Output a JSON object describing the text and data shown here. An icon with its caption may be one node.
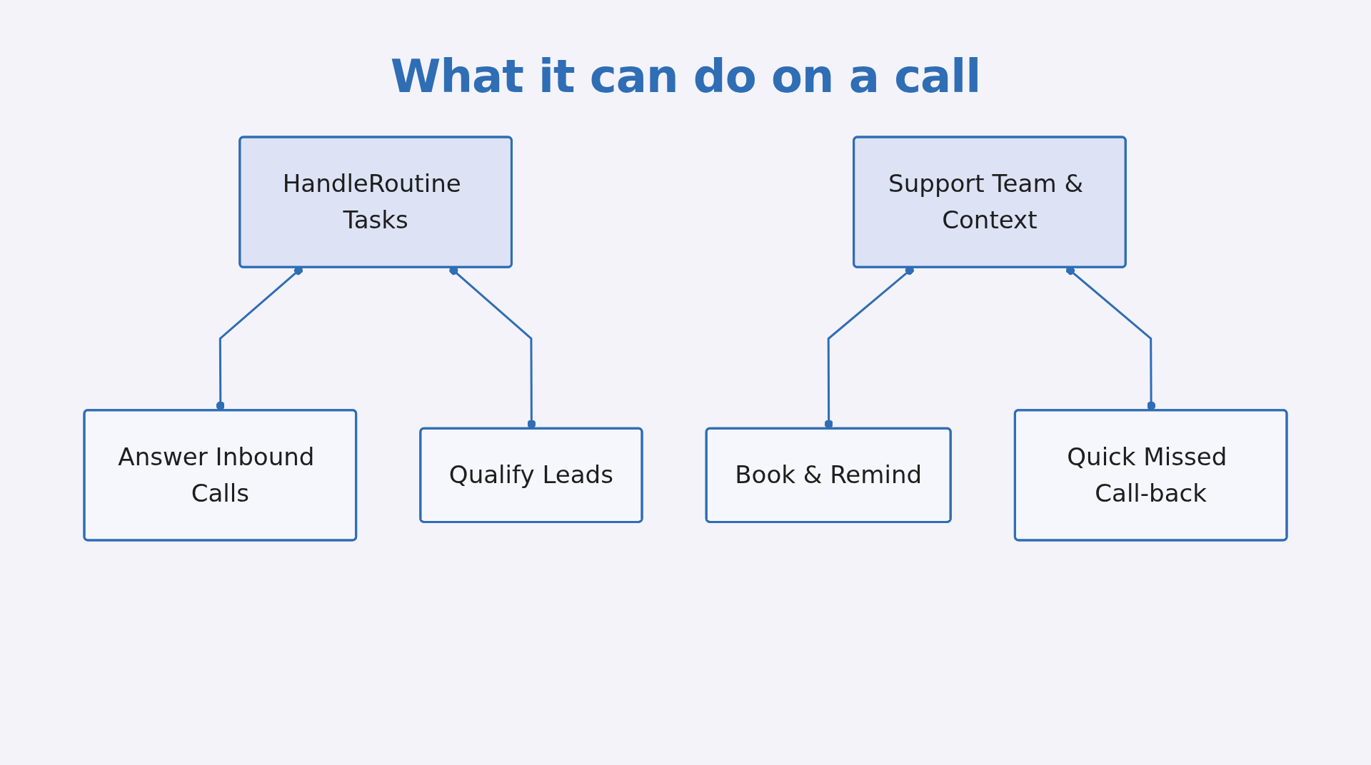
{
  "diagram": {
    "title": "What it can do on a call",
    "nodes": [
      {
        "text": [
          "HandleRoutine Tasks"
        ]
      },
      {
        "text": [
          "Support Team & Context"
        ]
      },
      {
        "text": [
          "Answer Inbound Calls"
        ]
      },
      {
        "text": [
          "Qualify Leads"
        ]
      },
      {
        "text": [
          "Book & Remind"
        ]
      },
      {
        "text": [
          "Quick Missed Call-back"
        ]
      }
    ],
    "edges": [
      {
        "from": 0,
        "to": 2,
        "arrow": "other"
      },
      {
        "from": 0,
        "to": 3,
        "arrow": "other"
      },
      {
        "from": 1,
        "to": 4,
        "arrow": "other"
      },
      {
        "from": 1,
        "to": 5,
        "arrow": "other"
      }
    ]
  }
}
